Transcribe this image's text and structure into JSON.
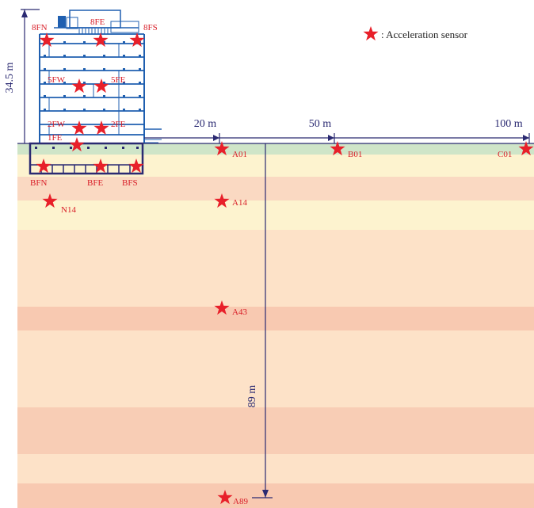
{
  "legend": {
    "label": ": Acceleration sensor"
  },
  "dimensions": {
    "height": "34.5 m",
    "depth": "89 m",
    "distance_20": "20 m",
    "distance_50": "50 m",
    "distance_100": "100 m"
  },
  "sensors": [
    {
      "id": "8FN",
      "label": "8FN"
    },
    {
      "id": "8FE",
      "label": "8FE"
    },
    {
      "id": "8FS",
      "label": "8FS"
    },
    {
      "id": "5FW",
      "label": "5FW"
    },
    {
      "id": "5FE",
      "label": "5FE"
    },
    {
      "id": "2FW",
      "label": "2FW"
    },
    {
      "id": "2FE",
      "label": "2FE"
    },
    {
      "id": "1FE",
      "label": "1FE"
    },
    {
      "id": "BFN",
      "label": "BFN"
    },
    {
      "id": "BFE",
      "label": "BFE"
    },
    {
      "id": "BFS",
      "label": "BFS"
    },
    {
      "id": "N14",
      "label": "N14"
    },
    {
      "id": "A01",
      "label": "A01"
    },
    {
      "id": "B01",
      "label": "B01"
    },
    {
      "id": "C01",
      "label": "C01"
    },
    {
      "id": "A14",
      "label": "A14"
    },
    {
      "id": "A43",
      "label": "A43"
    },
    {
      "id": "A89",
      "label": "A89"
    }
  ],
  "colors": {
    "sensor": "#e8202a",
    "sensor_label": "#d81e28",
    "building": "#1f5fb0",
    "dimension": "#2b2a72",
    "ground_top": "#cfe5c8",
    "layer_light": "#fdf3cf",
    "layer_mid": "#fce0c4",
    "layer_dark": "#f8c9b1"
  }
}
